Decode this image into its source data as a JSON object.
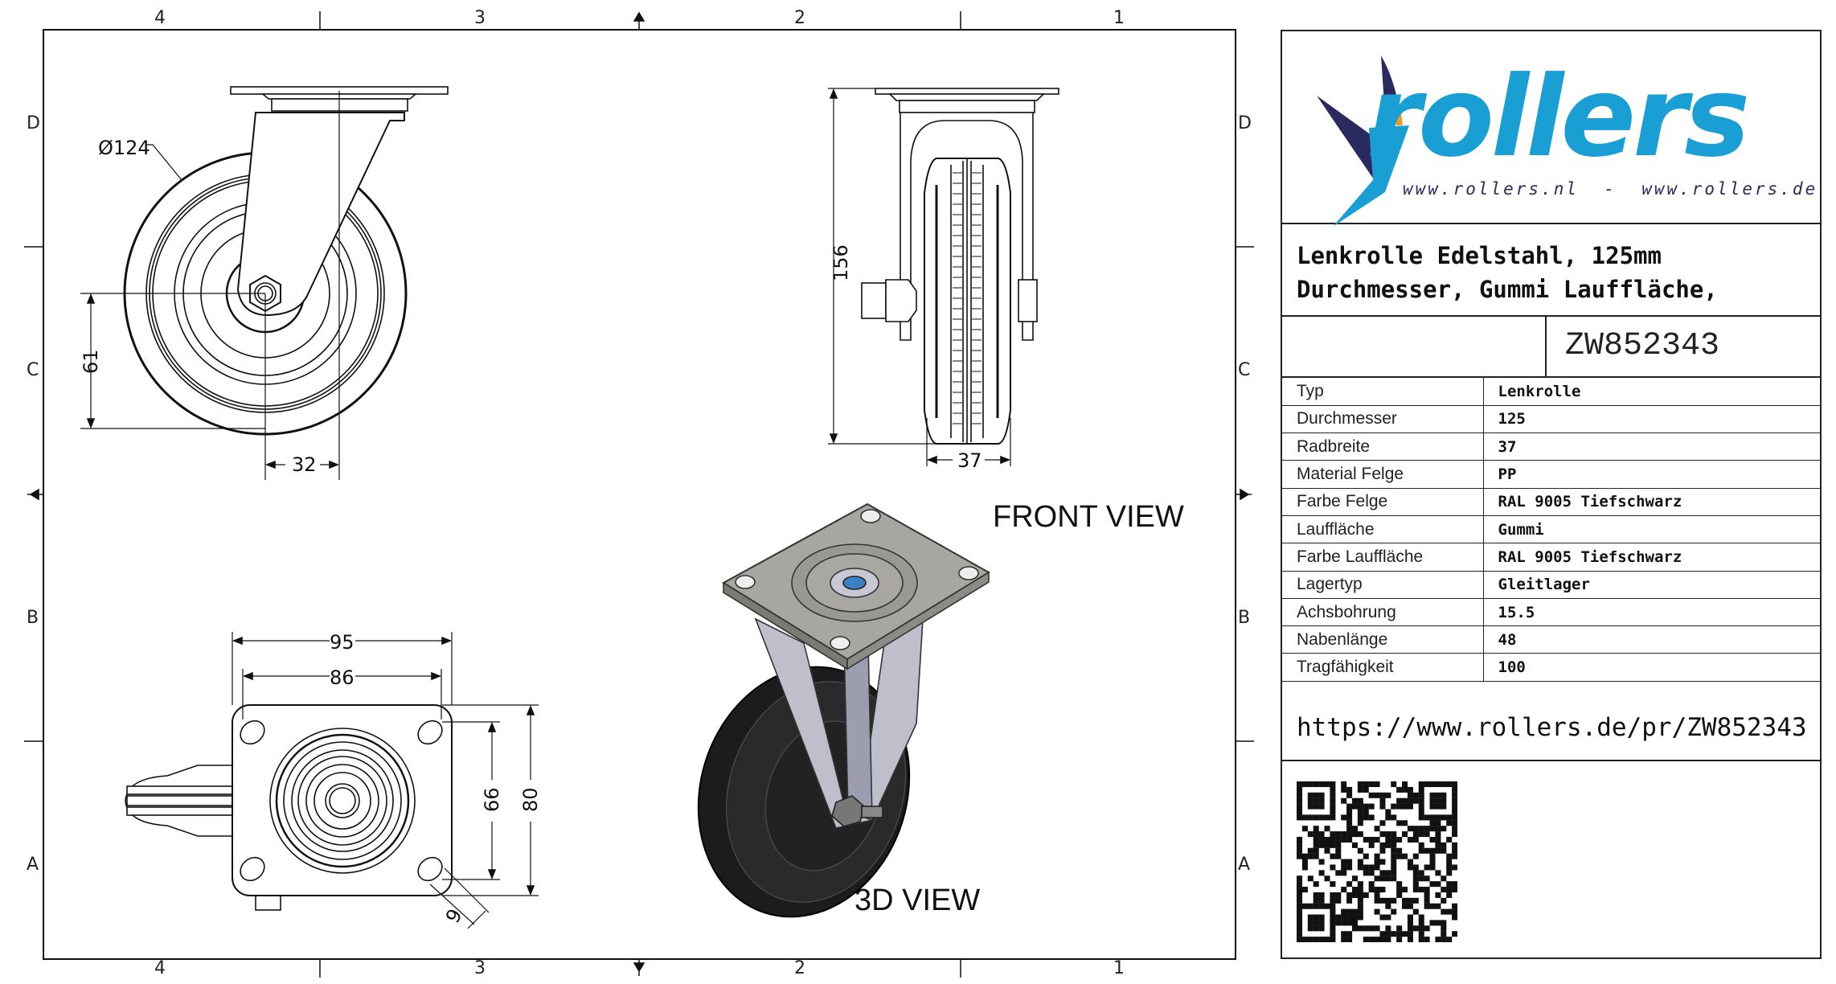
{
  "zones": {
    "columns": [
      "4",
      "3",
      "2",
      "1"
    ],
    "rows": [
      "D",
      "C",
      "B",
      "A"
    ]
  },
  "views": {
    "front_view_label": "FRONT VIEW",
    "view_3d_label": "3D VIEW"
  },
  "dimensions": {
    "diameter": "Ø124",
    "axle_height": "61",
    "offset": "32",
    "total_height": "156",
    "wheel_width": "37",
    "plate_width": "95",
    "hole_spacing_x": "86",
    "hole_spacing_y": "66",
    "plate_depth": "80",
    "hole_size": "9"
  },
  "title_block": {
    "logo_word": "rollers",
    "logo_urls": "www.rollers.nl  -  www.rollers.de",
    "title_line1": "Lenkrolle Edelstahl, 125mm",
    "title_line2": "Durchmesser, Gummi Lauffläche,",
    "part_number": "ZW852343",
    "specs": [
      {
        "label": "Typ",
        "value": "Lenkrolle"
      },
      {
        "label": "Durchmesser",
        "value": "125"
      },
      {
        "label": "Radbreite",
        "value": "37"
      },
      {
        "label": "Material Felge",
        "value": "PP"
      },
      {
        "label": "Farbe Felge",
        "value": "RAL 9005 Tiefschwarz"
      },
      {
        "label": "Lauffläche",
        "value": "Gummi"
      },
      {
        "label": "Farbe Lauffläche",
        "value": "RAL 9005 Tiefschwarz"
      },
      {
        "label": "Lagertyp",
        "value": "Gleitlager"
      },
      {
        "label": "Achsbohrung",
        "value": "15.5"
      },
      {
        "label": "Nabenlänge",
        "value": "48"
      },
      {
        "label": "Tragfähigkeit",
        "value": "100"
      }
    ],
    "url": "https://www.rollers.de/pr/ZW852343"
  },
  "colors": {
    "brand_blue": "#1a9fd4",
    "brand_navy": "#2b2a5e",
    "brand_orange": "#f29b1f"
  }
}
